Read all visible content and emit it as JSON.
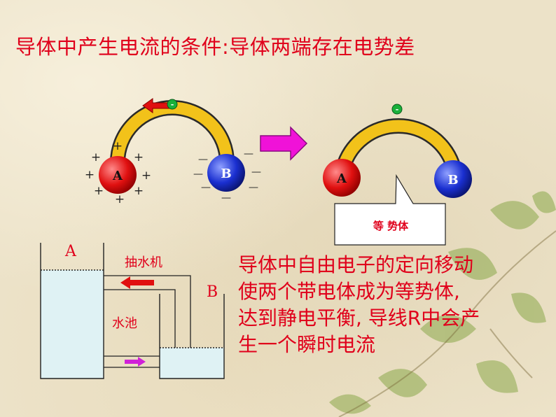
{
  "title": "导体中产生电流的条件:导体两端存在电势差",
  "diagram_before": {
    "sphere_a_label": "A",
    "sphere_b_label": "B",
    "electron_symbol": "-",
    "plus_sign": "+",
    "minus_sign": "—"
  },
  "diagram_after": {
    "sphere_a_label": "A",
    "sphere_b_label": "B",
    "electron_symbol": "-",
    "callout_text": "等 势体"
  },
  "water_analogy": {
    "tank_a_label": "A",
    "tank_b_label": "B",
    "pump_label": "抽水机",
    "pool_label": "水池"
  },
  "explanation_lines": [
    "导体中自由电子的定向移动",
    "使两个带电体成为等势体,",
    "达到静电平衡, 导线R中会产",
    "生一个瞬时电流"
  ],
  "colors": {
    "text_red": "#e0001b",
    "sphere_red": "#e01010",
    "sphere_blue": "#1a2fd0",
    "wire_yellow": "#f2c21a",
    "arrow_magenta": "#f012d8",
    "electron_green": "#19b03a",
    "water": "#dff2f4"
  }
}
